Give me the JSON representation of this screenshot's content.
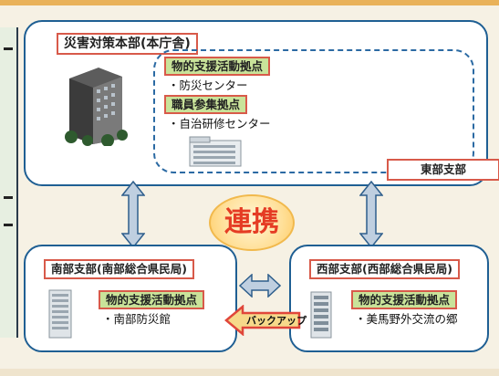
{
  "hq": {
    "title": "災害対策本部(本庁舎)",
    "hub1_label": "物的支援活動拠点",
    "hub1_facility": "・防災センター",
    "hub2_label": "職員参集拠点",
    "hub2_facility": "・自治研修センター",
    "east_label": "東部支部"
  },
  "center": {
    "label": "連携"
  },
  "south": {
    "title": "南部支部(南部総合県民局)",
    "hub_label": "物的支援活動拠点",
    "facility": "・南部防災館"
  },
  "west": {
    "title": "西部支部(西部総合県民局)",
    "hub_label": "物的支援活動拠点",
    "facility": "・美馬野外交流の郷"
  },
  "backup": {
    "label": "バックアップ"
  },
  "colors": {
    "border_blue": "#1f5f93",
    "title_red": "#d85a4a",
    "hub_green": "#c9e39a",
    "renkei_red": "#e53c24",
    "renkei_yellow": "#ffe09a",
    "arrow_fill": "#bfcfe0"
  },
  "icons": [
    "hq-building-icon",
    "east-building-icon",
    "south-building-icon",
    "west-building-icon"
  ]
}
